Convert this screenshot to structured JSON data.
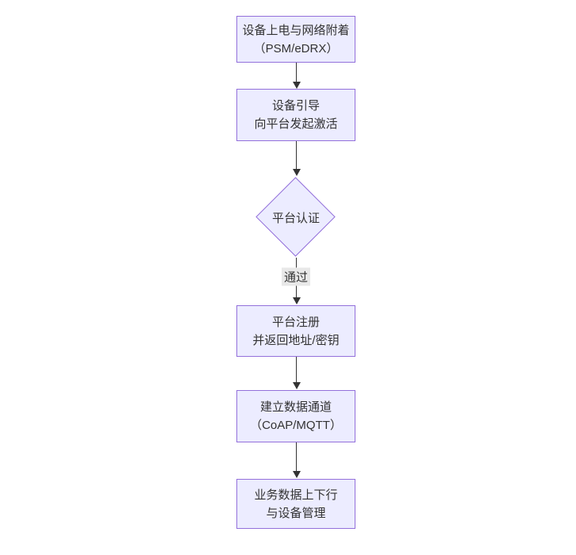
{
  "diagram": {
    "type": "flowchart-top-down",
    "colors": {
      "node_fill": "#ECECFF",
      "node_border": "#9370DB",
      "text": "#333333",
      "edge": "#333333",
      "edge_label_bg": "#e8e8e8",
      "background": "#ffffff"
    },
    "nodes": [
      {
        "id": "power-attach",
        "shape": "rect",
        "lines": [
          "设备上电与网络附着",
          "（PSM/eDRX）"
        ]
      },
      {
        "id": "bootstrap",
        "shape": "rect",
        "lines": [
          "设备引导",
          "向平台发起激活"
        ]
      },
      {
        "id": "auth",
        "shape": "diamond",
        "lines": [
          "平台认证"
        ]
      },
      {
        "id": "register",
        "shape": "rect",
        "lines": [
          "平台注册",
          "并返回地址/密钥"
        ]
      },
      {
        "id": "channel",
        "shape": "rect",
        "lines": [
          "建立数据通道",
          "（CoAP/MQTT）"
        ]
      },
      {
        "id": "business",
        "shape": "rect",
        "lines": [
          "业务数据上下行",
          "与设备管理"
        ]
      }
    ],
    "edges": [
      {
        "from": "power-attach",
        "to": "bootstrap",
        "label": ""
      },
      {
        "from": "bootstrap",
        "to": "auth",
        "label": ""
      },
      {
        "from": "auth",
        "to": "register",
        "label": "通过"
      },
      {
        "from": "register",
        "to": "channel",
        "label": ""
      },
      {
        "from": "channel",
        "to": "business",
        "label": ""
      }
    ]
  }
}
